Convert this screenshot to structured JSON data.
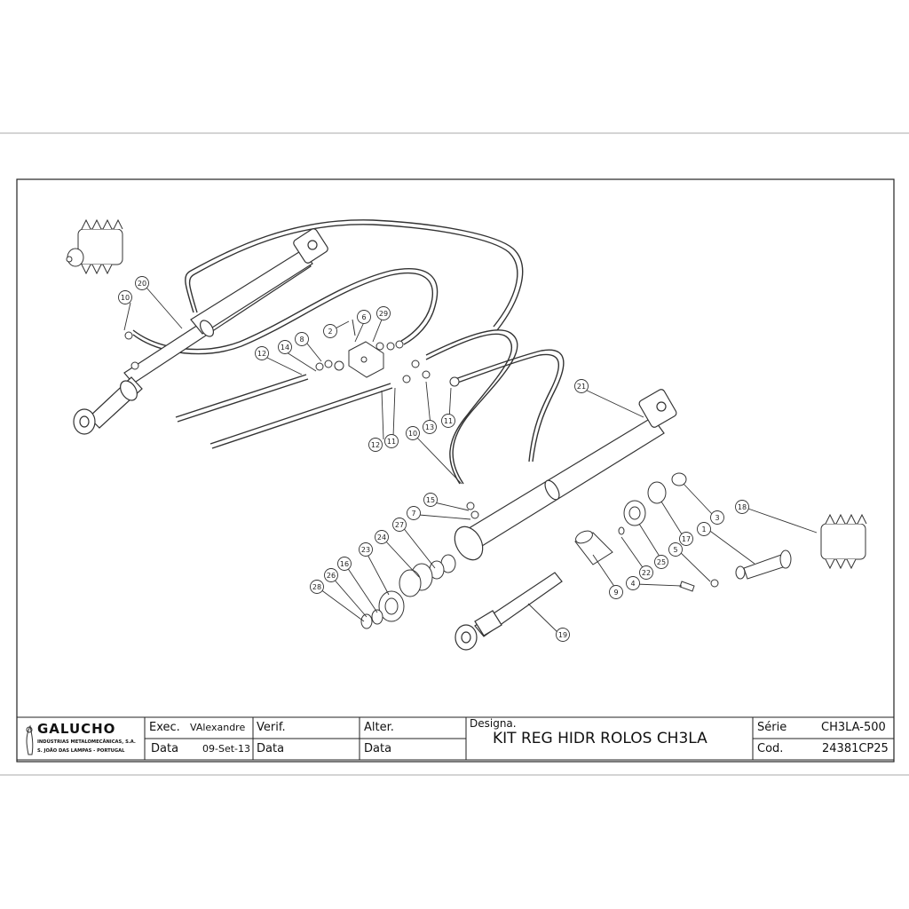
{
  "title_block": {
    "company": "GALUCHO",
    "company_line1": "INDÚSTRIAS METALOMECÂNICAS, S.A.",
    "company_line2": "S. JOÃO DAS LAMPAS - PORTUGAL",
    "exec_label": "Exec.",
    "exec_value": "VAlexandre",
    "verif_label": "Verif.",
    "alter_label": "Alter.",
    "data_label": "Data",
    "data_value": "09-Set-13",
    "designa_label": "Designa.",
    "designation": "KIT REG HIDR ROLOS CH3LA",
    "serie_label": "Série",
    "serie_value": "CH3LA-500",
    "cod_label": "Cod.",
    "cod_value": "24381CP25"
  },
  "balloons": [
    "10",
    "20",
    "2",
    "6",
    "29",
    "14",
    "8",
    "12",
    "11",
    "12",
    "10",
    "13",
    "11",
    "21",
    "15",
    "7",
    "27",
    "24",
    "23",
    "16",
    "26",
    "28",
    "3",
    "18",
    "17",
    "1",
    "5",
    "25",
    "22",
    "4",
    "9",
    "19"
  ]
}
